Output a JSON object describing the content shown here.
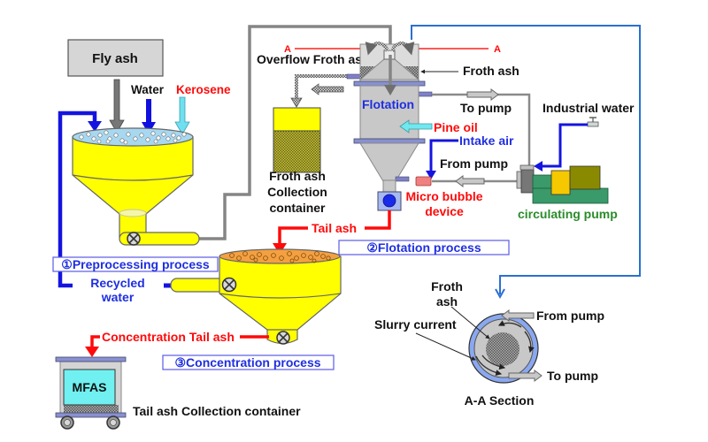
{
  "labels": {
    "fly_ash": "Fly ash",
    "water": "Water",
    "kerosene": "Kerosene",
    "recycled_water": {
      "line1": "Recycled",
      "line2": "water"
    },
    "overflow_froth_ash": "Overflow Froth ash",
    "section_marker": "A",
    "froth_ash": "Froth ash",
    "flotation": "Flotation",
    "to_pump": "To pump",
    "pine_oil": "Pine oil",
    "intake_air": "Intake air",
    "from_pump": "From pump",
    "industrial_water": "Industrial water",
    "micro_bubble_device": {
      "line1": "Micro bubble",
      "line2": "device"
    },
    "circulating_pump": "circulating pump",
    "froth_ash_collection_container": {
      "line1": "Froth ash",
      "line2": "Collection",
      "line3": "container"
    },
    "tail_ash": "Tail ash",
    "concentration_tail_ash": "Concentration Tail ash",
    "mfas": "MFAS",
    "tail_ash_collection_container": "Tail ash Collection container"
  },
  "processes": [
    {
      "label": "①Preprocessing process"
    },
    {
      "label": "②Flotation process"
    },
    {
      "label": "③Concentration process"
    }
  ],
  "section_view": {
    "title": "A-A Section",
    "froth_ash": {
      "line1": "Froth",
      "line2": "ash"
    },
    "slurry_current": "Slurry current",
    "from_pump": "From pump",
    "to_pump": "To pump"
  },
  "colors": {
    "tank_yellow": "#ffff00",
    "slurry_blue": "#a8d8f0",
    "tail_orange": "#f4a040",
    "column_gray": "#c8c8c8",
    "label_black": "#111111",
    "label_red": "#ff0a0a",
    "label_blue": "#1f2fe0",
    "label_green": "#2b8c2b",
    "mfas_cyan": "#70f0f0",
    "pump_green": "#3a9a6a",
    "pump_yellow": "#f5c800",
    "pump_olive": "#8a8a00",
    "section_ring": "#8aa8f0"
  }
}
